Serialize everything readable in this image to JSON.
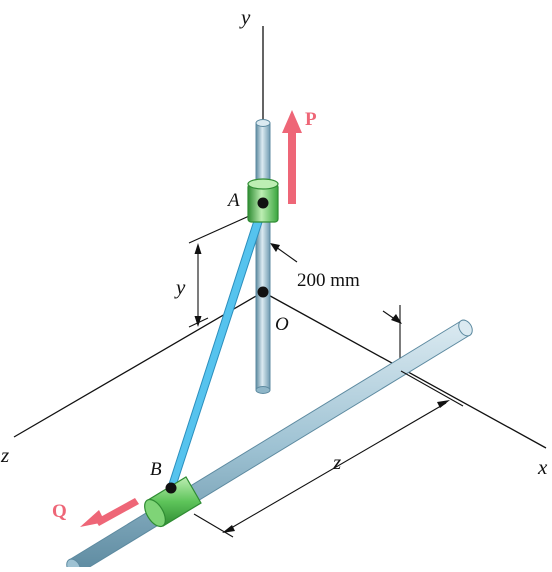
{
  "labels": {
    "axis_y": "y",
    "axis_x": "x",
    "axis_z": "z",
    "point_a": "A",
    "point_b": "B",
    "point_o": "O",
    "force_p": "P",
    "force_q": "Q",
    "dim_y": "y",
    "dim_200": "200 mm",
    "dim_z": "z"
  },
  "colors": {
    "rod": "#8fb6c8",
    "rod_highlight": "#dbeaf1",
    "rod_shadow": "#5d8aa0",
    "collar": "#5ec45a",
    "collar_dark": "#2f8c33",
    "collar_light": "#bdeeb3",
    "link": "#56c3ee",
    "link_edge": "#2c8fbd",
    "force_arrow": "#ee6677",
    "line": "#111111"
  }
}
